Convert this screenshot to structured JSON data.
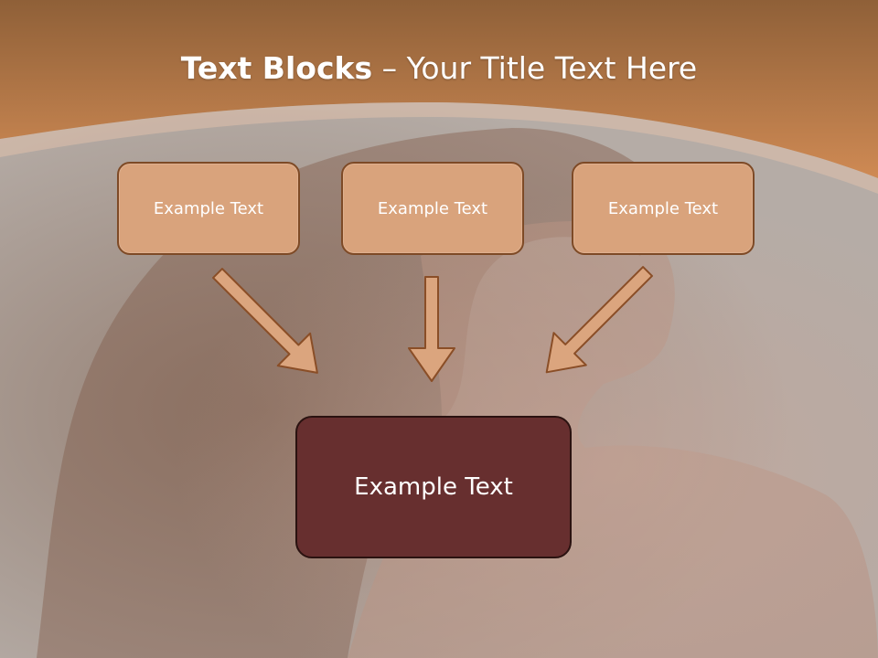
{
  "title": {
    "bold": "Text Blocks",
    "separator": " – ",
    "rest": "Your Title Text Here"
  },
  "blocks": [
    {
      "label": "Example Text"
    },
    {
      "label": "Example Text"
    },
    {
      "label": "Example Text"
    }
  ],
  "center_block": {
    "label": "Example Text"
  },
  "colors": {
    "header": "#c9844f",
    "block_fill": "#d9a37c",
    "block_border": "#7e4a26",
    "center_fill": "#672f2f",
    "arrow_fill": "#dba57e",
    "arrow_stroke": "#8a4e27"
  }
}
